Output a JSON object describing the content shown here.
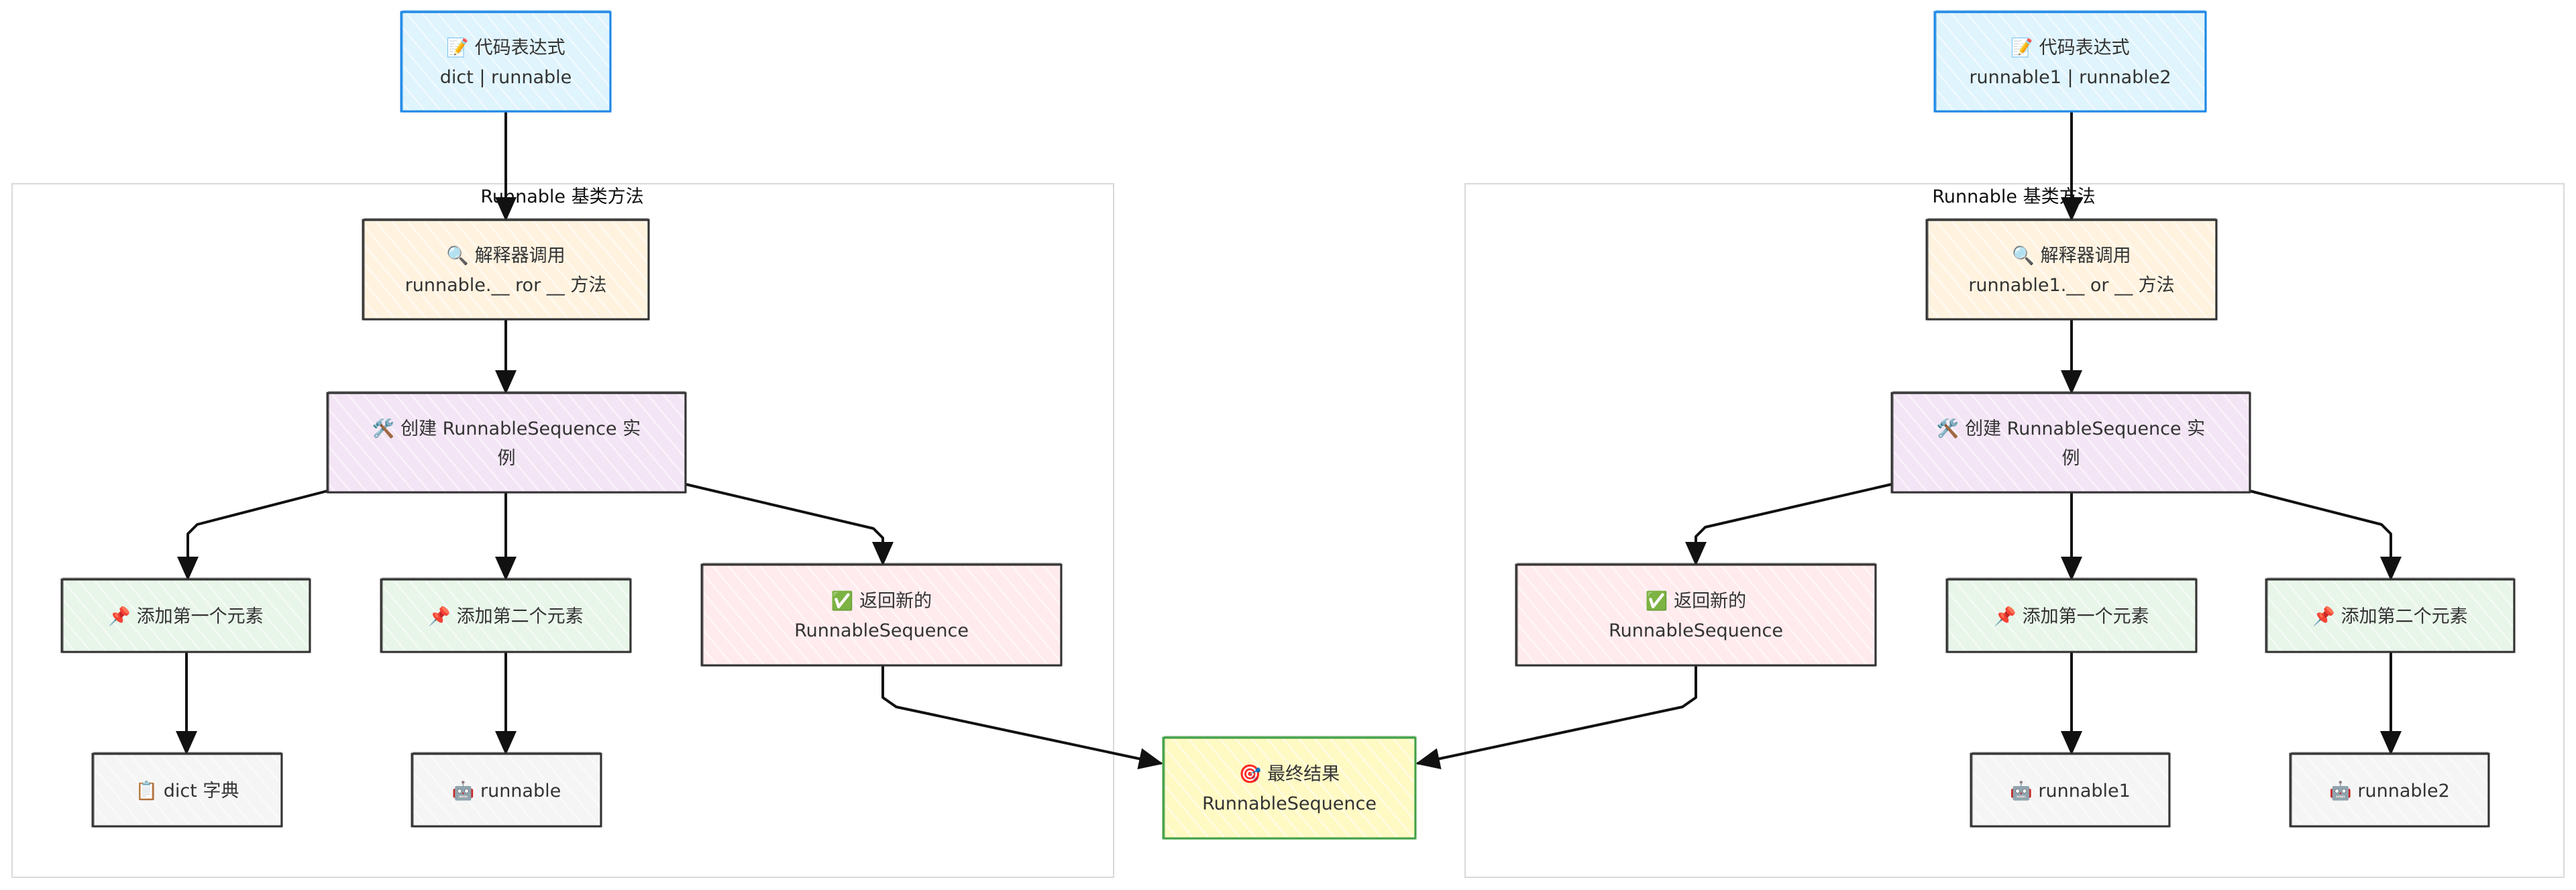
{
  "clusters": {
    "left": "Runnable 基类方法",
    "right": "Runnable 基类方法"
  },
  "nodes": {
    "expr_left": {
      "lines": [
        "📝 代码表达式",
        "dict | runnable"
      ],
      "color": "#dff4fd",
      "border": "#1e88e5"
    },
    "interp_left": {
      "lines": [
        "🔍 解释器调用",
        "runnable.__ ror __ 方法"
      ],
      "color": "#fff3e0",
      "border": "#333333"
    },
    "create_left": {
      "lines": [
        "🛠️ 创建 RunnableSequence 实",
        "例"
      ],
      "color": "#f3e5f5",
      "border": "#333333"
    },
    "add1_left": {
      "lines": [
        "📌 添加第一个元素"
      ],
      "color": "#e8f5e9",
      "border": "#333333"
    },
    "add2_left": {
      "lines": [
        "📌 添加第二个元素"
      ],
      "color": "#e8f5e9",
      "border": "#333333"
    },
    "return_left": {
      "lines": [
        "✅ 返回新的",
        "RunnableSequence"
      ],
      "color": "#ffebee",
      "border": "#333333"
    },
    "dict_left": {
      "lines": [
        "📋 dict 字典"
      ],
      "color": "#f5f5f5",
      "border": "#333333"
    },
    "runnable_left": {
      "lines": [
        "🤖 runnable"
      ],
      "color": "#f5f5f5",
      "border": "#333333"
    },
    "final": {
      "lines": [
        "🎯 最终结果",
        "RunnableSequence"
      ],
      "color": "#fff9c4",
      "border": "#43a047"
    },
    "expr_right": {
      "lines": [
        "📝 代码表达式",
        "runnable1 | runnable2"
      ],
      "color": "#dff4fd",
      "border": "#1e88e5"
    },
    "interp_right": {
      "lines": [
        "🔍 解释器调用",
        "runnable1.__ or __ 方法"
      ],
      "color": "#fff3e0",
      "border": "#333333"
    },
    "create_right": {
      "lines": [
        "🛠️ 创建 RunnableSequence 实",
        "例"
      ],
      "color": "#f3e5f5",
      "border": "#333333"
    },
    "return_right": {
      "lines": [
        "✅ 返回新的",
        "RunnableSequence"
      ],
      "color": "#ffebee",
      "border": "#333333"
    },
    "add1_right": {
      "lines": [
        "📌 添加第一个元素"
      ],
      "color": "#e8f5e9",
      "border": "#333333"
    },
    "add2_right": {
      "lines": [
        "📌 添加第二个元素"
      ],
      "color": "#e8f5e9",
      "border": "#333333"
    },
    "runnable1_right": {
      "lines": [
        "🤖 runnable1"
      ],
      "color": "#f5f5f5",
      "border": "#333333"
    },
    "runnable2_right": {
      "lines": [
        "🤖 runnable2"
      ],
      "color": "#f5f5f5",
      "border": "#333333"
    }
  },
  "edges": [
    [
      "expr_left",
      "interp_left"
    ],
    [
      "interp_left",
      "create_left"
    ],
    [
      "create_left",
      "add1_left"
    ],
    [
      "create_left",
      "add2_left"
    ],
    [
      "create_left",
      "return_left"
    ],
    [
      "add1_left",
      "dict_left"
    ],
    [
      "add2_left",
      "runnable_left"
    ],
    [
      "return_left",
      "final"
    ],
    [
      "expr_right",
      "interp_right"
    ],
    [
      "interp_right",
      "create_right"
    ],
    [
      "create_right",
      "return_right"
    ],
    [
      "create_right",
      "add1_right"
    ],
    [
      "create_right",
      "add2_right"
    ],
    [
      "add1_right",
      "runnable1_right"
    ],
    [
      "add2_right",
      "runnable2_right"
    ],
    [
      "return_right",
      "final"
    ]
  ]
}
